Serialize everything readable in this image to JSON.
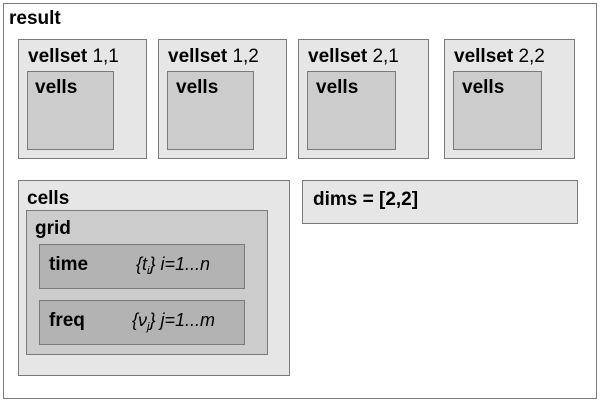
{
  "diagram": {
    "result": {
      "title": "result"
    },
    "vellsets": [
      {
        "title_bold": "vellset",
        "index": "1,1",
        "vells_label": "vells"
      },
      {
        "title_bold": "vellset",
        "index": "1,2",
        "vells_label": "vells"
      },
      {
        "title_bold": "vellset",
        "index": "2,1",
        "vells_label": "vells"
      },
      {
        "title_bold": "vellset",
        "index": "2,2",
        "vells_label": "vells"
      }
    ],
    "cells": {
      "title": "cells",
      "grid": {
        "title": "grid",
        "time": {
          "label": "time",
          "set_open": "{",
          "symbol": "t",
          "sub": "i",
          "set_close": "}",
          "range": "i=1...n"
        },
        "freq": {
          "label": "freq",
          "set_open": "{",
          "symbol": "ν",
          "sub": "j",
          "set_close": "}",
          "range": "j=1...m"
        }
      }
    },
    "dims": {
      "label": "dims = [2,2]"
    }
  }
}
